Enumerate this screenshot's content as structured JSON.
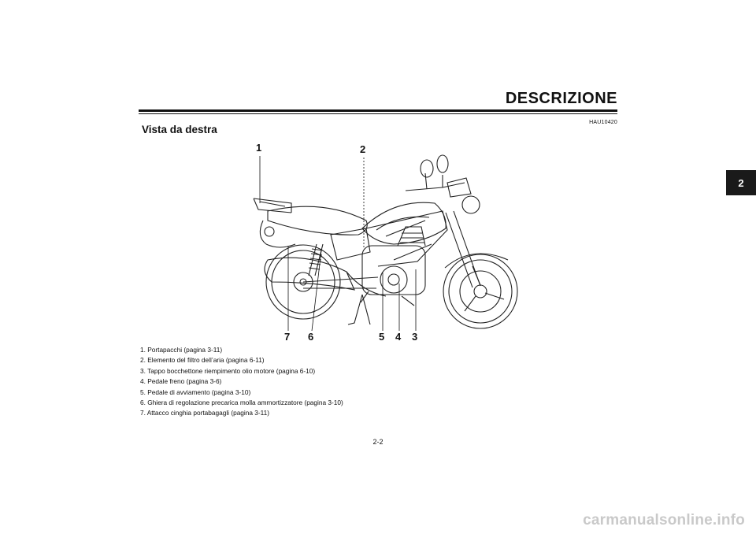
{
  "header": {
    "title": "DESCRIZIONE"
  },
  "chapter_tab": "2",
  "doc_code": "HAU10420",
  "section_title": "Vista da destra",
  "callouts": [
    "1",
    "2",
    "7",
    "6",
    "5",
    "4",
    "3"
  ],
  "legend": [
    "1. Portapacchi (pagina 3-11)",
    "2. Elemento del filtro dell’aria (pagina 6-11)",
    "3. Tappo bocchettone riempimento olio motore (pagina 6-10)",
    "4. Pedale freno (pagina 3-6)",
    "5. Pedale di avviamento (pagina 3-10)",
    "6. Ghiera di regolazione precarica molla ammortizzatore (pagina 3-10)",
    "7. Attacco cinghia portabagagli (pagina 3-11)"
  ],
  "page_number": "2-2",
  "watermark": "carmanualsonline.info"
}
